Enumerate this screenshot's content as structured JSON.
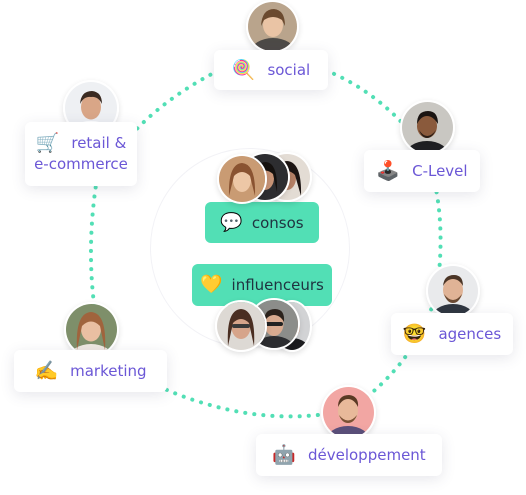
{
  "nodes": {
    "social": {
      "label": "social",
      "emoji": "🍭"
    },
    "retail": {
      "label_line1": "retail &",
      "label_line2": "e-commerce",
      "emoji": "🛒"
    },
    "clevel": {
      "label": "C-Level",
      "emoji": "🕹️"
    },
    "agences": {
      "label": "agences",
      "emoji": "🤓"
    },
    "marketing": {
      "label": "marketing",
      "emoji": "✍️"
    },
    "dev": {
      "label": "développement",
      "emoji": "🤖"
    }
  },
  "center": {
    "consos": {
      "label": "consos",
      "emoji": "💬"
    },
    "influenceurs": {
      "label": "influenceurs",
      "emoji": "💛"
    }
  },
  "colors": {
    "ring_dots": "#52dfb5",
    "label_text": "#6b57d6",
    "green_box": "#52dfb5"
  }
}
